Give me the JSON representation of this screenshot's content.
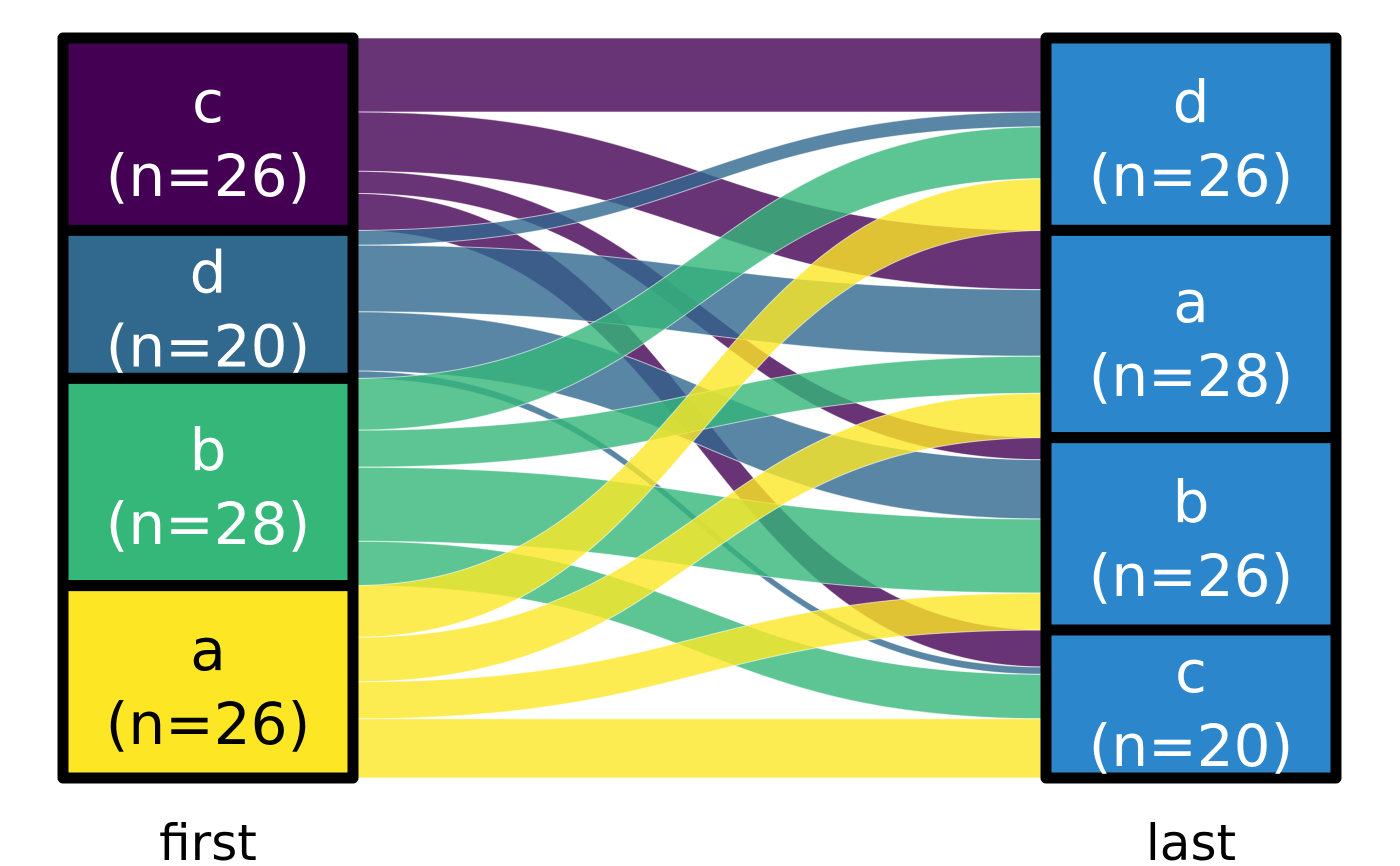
{
  "chart_data": {
    "type": "alluvial",
    "axes": [
      {
        "name": "first",
        "strata": [
          {
            "label": "c",
            "n_label": "(n=26)",
            "n": 26,
            "color": "#440154",
            "text_color": "#ffffff"
          },
          {
            "label": "d",
            "n_label": "(n=20)",
            "n": 20,
            "color": "#31688e",
            "text_color": "#ffffff"
          },
          {
            "label": "b",
            "n_label": "(n=28)",
            "n": 28,
            "color": "#35b779",
            "text_color": "#ffffff"
          },
          {
            "label": "a",
            "n_label": "(n=26)",
            "n": 26,
            "color": "#fde725",
            "text_color": "#000000"
          }
        ]
      },
      {
        "name": "last",
        "strata": [
          {
            "label": "d",
            "n_label": "(n=26)",
            "n": 26,
            "color": "#2b86cc",
            "text_color": "#ffffff"
          },
          {
            "label": "a",
            "n_label": "(n=28)",
            "n": 28,
            "color": "#2b86cc",
            "text_color": "#ffffff"
          },
          {
            "label": "b",
            "n_label": "(n=26)",
            "n": 26,
            "color": "#2b86cc",
            "text_color": "#ffffff"
          },
          {
            "label": "c",
            "n_label": "(n=20)",
            "n": 20,
            "color": "#2b86cc",
            "text_color": "#ffffff"
          }
        ]
      }
    ],
    "flows": [
      {
        "from": "c",
        "to": "d",
        "n": 10
      },
      {
        "from": "c",
        "to": "a",
        "n": 8
      },
      {
        "from": "c",
        "to": "b",
        "n": 3
      },
      {
        "from": "c",
        "to": "c",
        "n": 5
      },
      {
        "from": "d",
        "to": "d",
        "n": 2
      },
      {
        "from": "d",
        "to": "a",
        "n": 9
      },
      {
        "from": "d",
        "to": "b",
        "n": 8
      },
      {
        "from": "d",
        "to": "c",
        "n": 1
      },
      {
        "from": "b",
        "to": "d",
        "n": 7
      },
      {
        "from": "b",
        "to": "a",
        "n": 5
      },
      {
        "from": "b",
        "to": "b",
        "n": 10
      },
      {
        "from": "b",
        "to": "c",
        "n": 6
      },
      {
        "from": "a",
        "to": "d",
        "n": 7
      },
      {
        "from": "a",
        "to": "a",
        "n": 6
      },
      {
        "from": "a",
        "to": "b",
        "n": 5
      },
      {
        "from": "a",
        "to": "c",
        "n": 8
      }
    ],
    "flow_colors_by": "first",
    "total": 100
  }
}
